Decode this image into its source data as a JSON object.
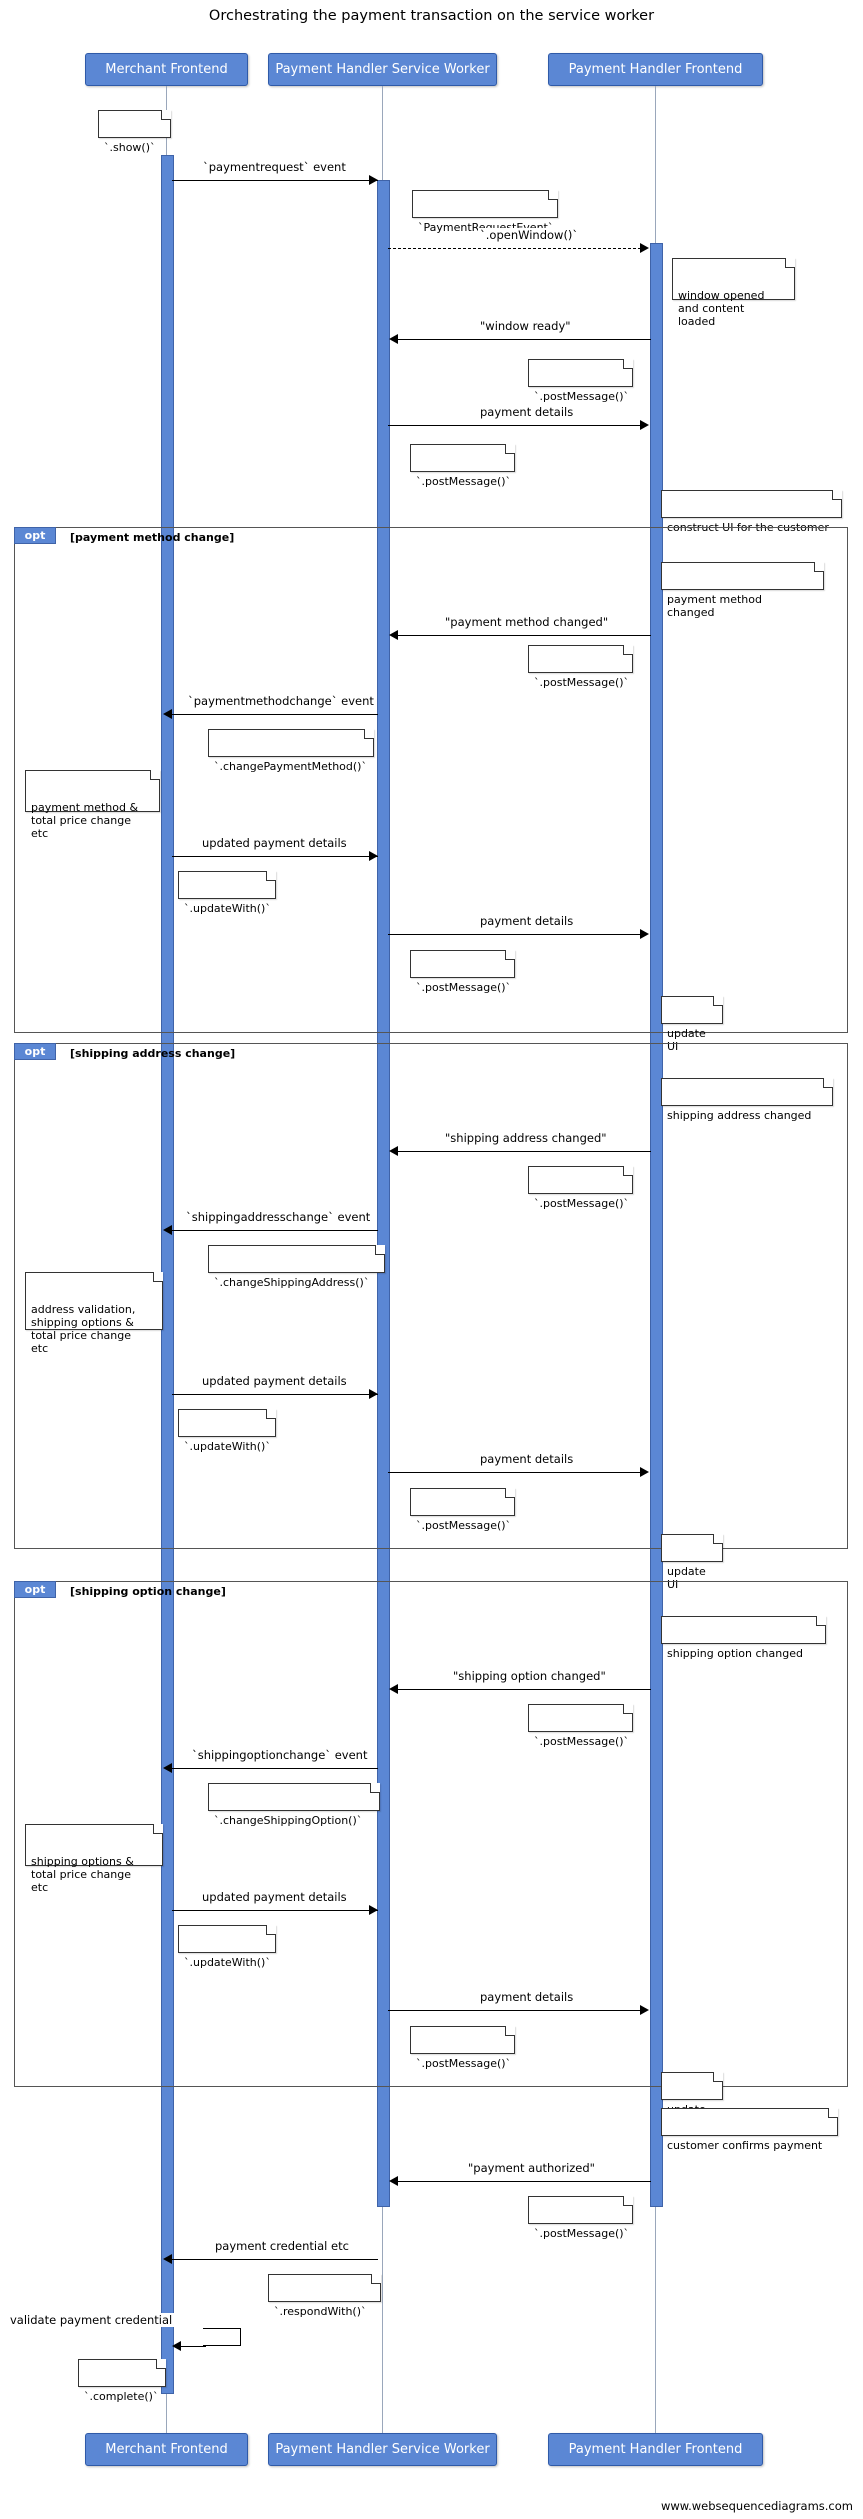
{
  "title": "Orchestrating the payment transaction on the service worker",
  "footer": "www.websequencediagrams.com",
  "colors": {
    "actor_fill": "#5b87d4",
    "actor_border": "#2f5aa8",
    "actor_text": "#ffffff",
    "line": "#000000",
    "lifeline": "#9aa7bb"
  },
  "actors": [
    {
      "id": "merchant",
      "label": "Merchant Frontend"
    },
    {
      "id": "sw",
      "label": "Payment Handler Service Worker"
    },
    {
      "id": "phf",
      "label": "Payment Handler Frontend"
    }
  ],
  "messages": [
    {
      "id": "m1",
      "label": "`paymentrequest` event"
    },
    {
      "id": "m2",
      "label": "`.openWindow()`"
    },
    {
      "id": "m3",
      "label": "\"window ready\""
    },
    {
      "id": "m4",
      "label": "payment details"
    },
    {
      "id": "m5",
      "label": "\"payment method changed\""
    },
    {
      "id": "m6",
      "label": "`paymentmethodchange` event"
    },
    {
      "id": "m7",
      "label": "updated payment details"
    },
    {
      "id": "m8",
      "label": "payment details"
    },
    {
      "id": "m9",
      "label": "\"shipping address changed\""
    },
    {
      "id": "m10",
      "label": "`shippingaddresschange` event"
    },
    {
      "id": "m11",
      "label": "updated payment details"
    },
    {
      "id": "m12",
      "label": "payment details"
    },
    {
      "id": "m13",
      "label": "\"shipping option changed\""
    },
    {
      "id": "m14",
      "label": "`shippingoptionchange` event"
    },
    {
      "id": "m15",
      "label": "updated payment details"
    },
    {
      "id": "m16",
      "label": "payment details"
    },
    {
      "id": "m17",
      "label": "\"payment authorized\""
    },
    {
      "id": "m18",
      "label": "payment credential etc"
    },
    {
      "id": "m19",
      "label": "validate payment credential"
    }
  ],
  "notes": [
    {
      "id": "n_show",
      "text": "`.show()`"
    },
    {
      "id": "n_pre",
      "text": "`PaymentRequestEvent`"
    },
    {
      "id": "n_window_opened",
      "text": "window opened\nand content loaded"
    },
    {
      "id": "n_post1",
      "text": "`.postMessage()`"
    },
    {
      "id": "n_post2",
      "text": "`.postMessage()`"
    },
    {
      "id": "n_construct",
      "text": "construct UI for the customer"
    },
    {
      "id": "n_pmchanged",
      "text": "payment method changed"
    },
    {
      "id": "n_post3",
      "text": "`.postMessage()`"
    },
    {
      "id": "n_changepm",
      "text": "`.changePaymentMethod()`"
    },
    {
      "id": "n_pmtotal",
      "text": "payment method &\ntotal price change etc"
    },
    {
      "id": "n_update1",
      "text": "`.updateWith()`"
    },
    {
      "id": "n_post4",
      "text": "`.postMessage()`"
    },
    {
      "id": "n_updateui1",
      "text": "update UI"
    },
    {
      "id": "n_sachanged",
      "text": "shipping address changed"
    },
    {
      "id": "n_post5",
      "text": "`.postMessage()`"
    },
    {
      "id": "n_changesa",
      "text": "`.changeShippingAddress()`"
    },
    {
      "id": "n_addrval",
      "text": "address validation,\nshipping options &\ntotal price change etc"
    },
    {
      "id": "n_update2",
      "text": "`.updateWith()`"
    },
    {
      "id": "n_post6",
      "text": "`.postMessage()`"
    },
    {
      "id": "n_updateui2",
      "text": "update UI"
    },
    {
      "id": "n_sochanged",
      "text": "shipping option changed"
    },
    {
      "id": "n_post7",
      "text": "`.postMessage()`"
    },
    {
      "id": "n_changeso",
      "text": "`.changeShippingOption()`"
    },
    {
      "id": "n_shipopts",
      "text": "shipping options &\ntotal price change etc"
    },
    {
      "id": "n_update3",
      "text": "`.updateWith()`"
    },
    {
      "id": "n_post8",
      "text": "`.postMessage()`"
    },
    {
      "id": "n_updateui3",
      "text": "update UI"
    },
    {
      "id": "n_confirm",
      "text": "customer confirms payment"
    },
    {
      "id": "n_post9",
      "text": "`.postMessage()`"
    },
    {
      "id": "n_respond",
      "text": "`.respondWith()`"
    },
    {
      "id": "n_complete",
      "text": "`.complete()`"
    }
  ],
  "fragments": [
    {
      "id": "f1",
      "kind": "opt",
      "condition": "[payment method change]"
    },
    {
      "id": "f2",
      "kind": "opt",
      "condition": "[shipping address change]"
    },
    {
      "id": "f3",
      "kind": "opt",
      "condition": "[shipping option change]"
    }
  ]
}
